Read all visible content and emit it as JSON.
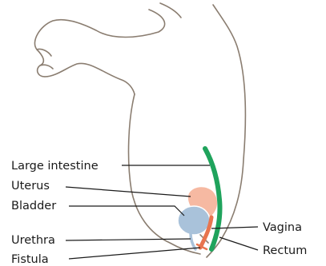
{
  "diagram": {
    "labels": {
      "large_intestine": "Large intestine",
      "uterus": "Uterus",
      "bladder": "Bladder",
      "urethra": "Urethra",
      "fistula": "Fistula",
      "vagina": "Vagina",
      "rectum": "Rectum"
    },
    "colors": {
      "outline": "#8a7d70",
      "large_intestine": "#1fa35c",
      "uterus": "#f6b9a2",
      "bladder": "#a9c2da",
      "urethra_vagina": "#e8754f",
      "leader_line": "#1a1a1a"
    }
  }
}
